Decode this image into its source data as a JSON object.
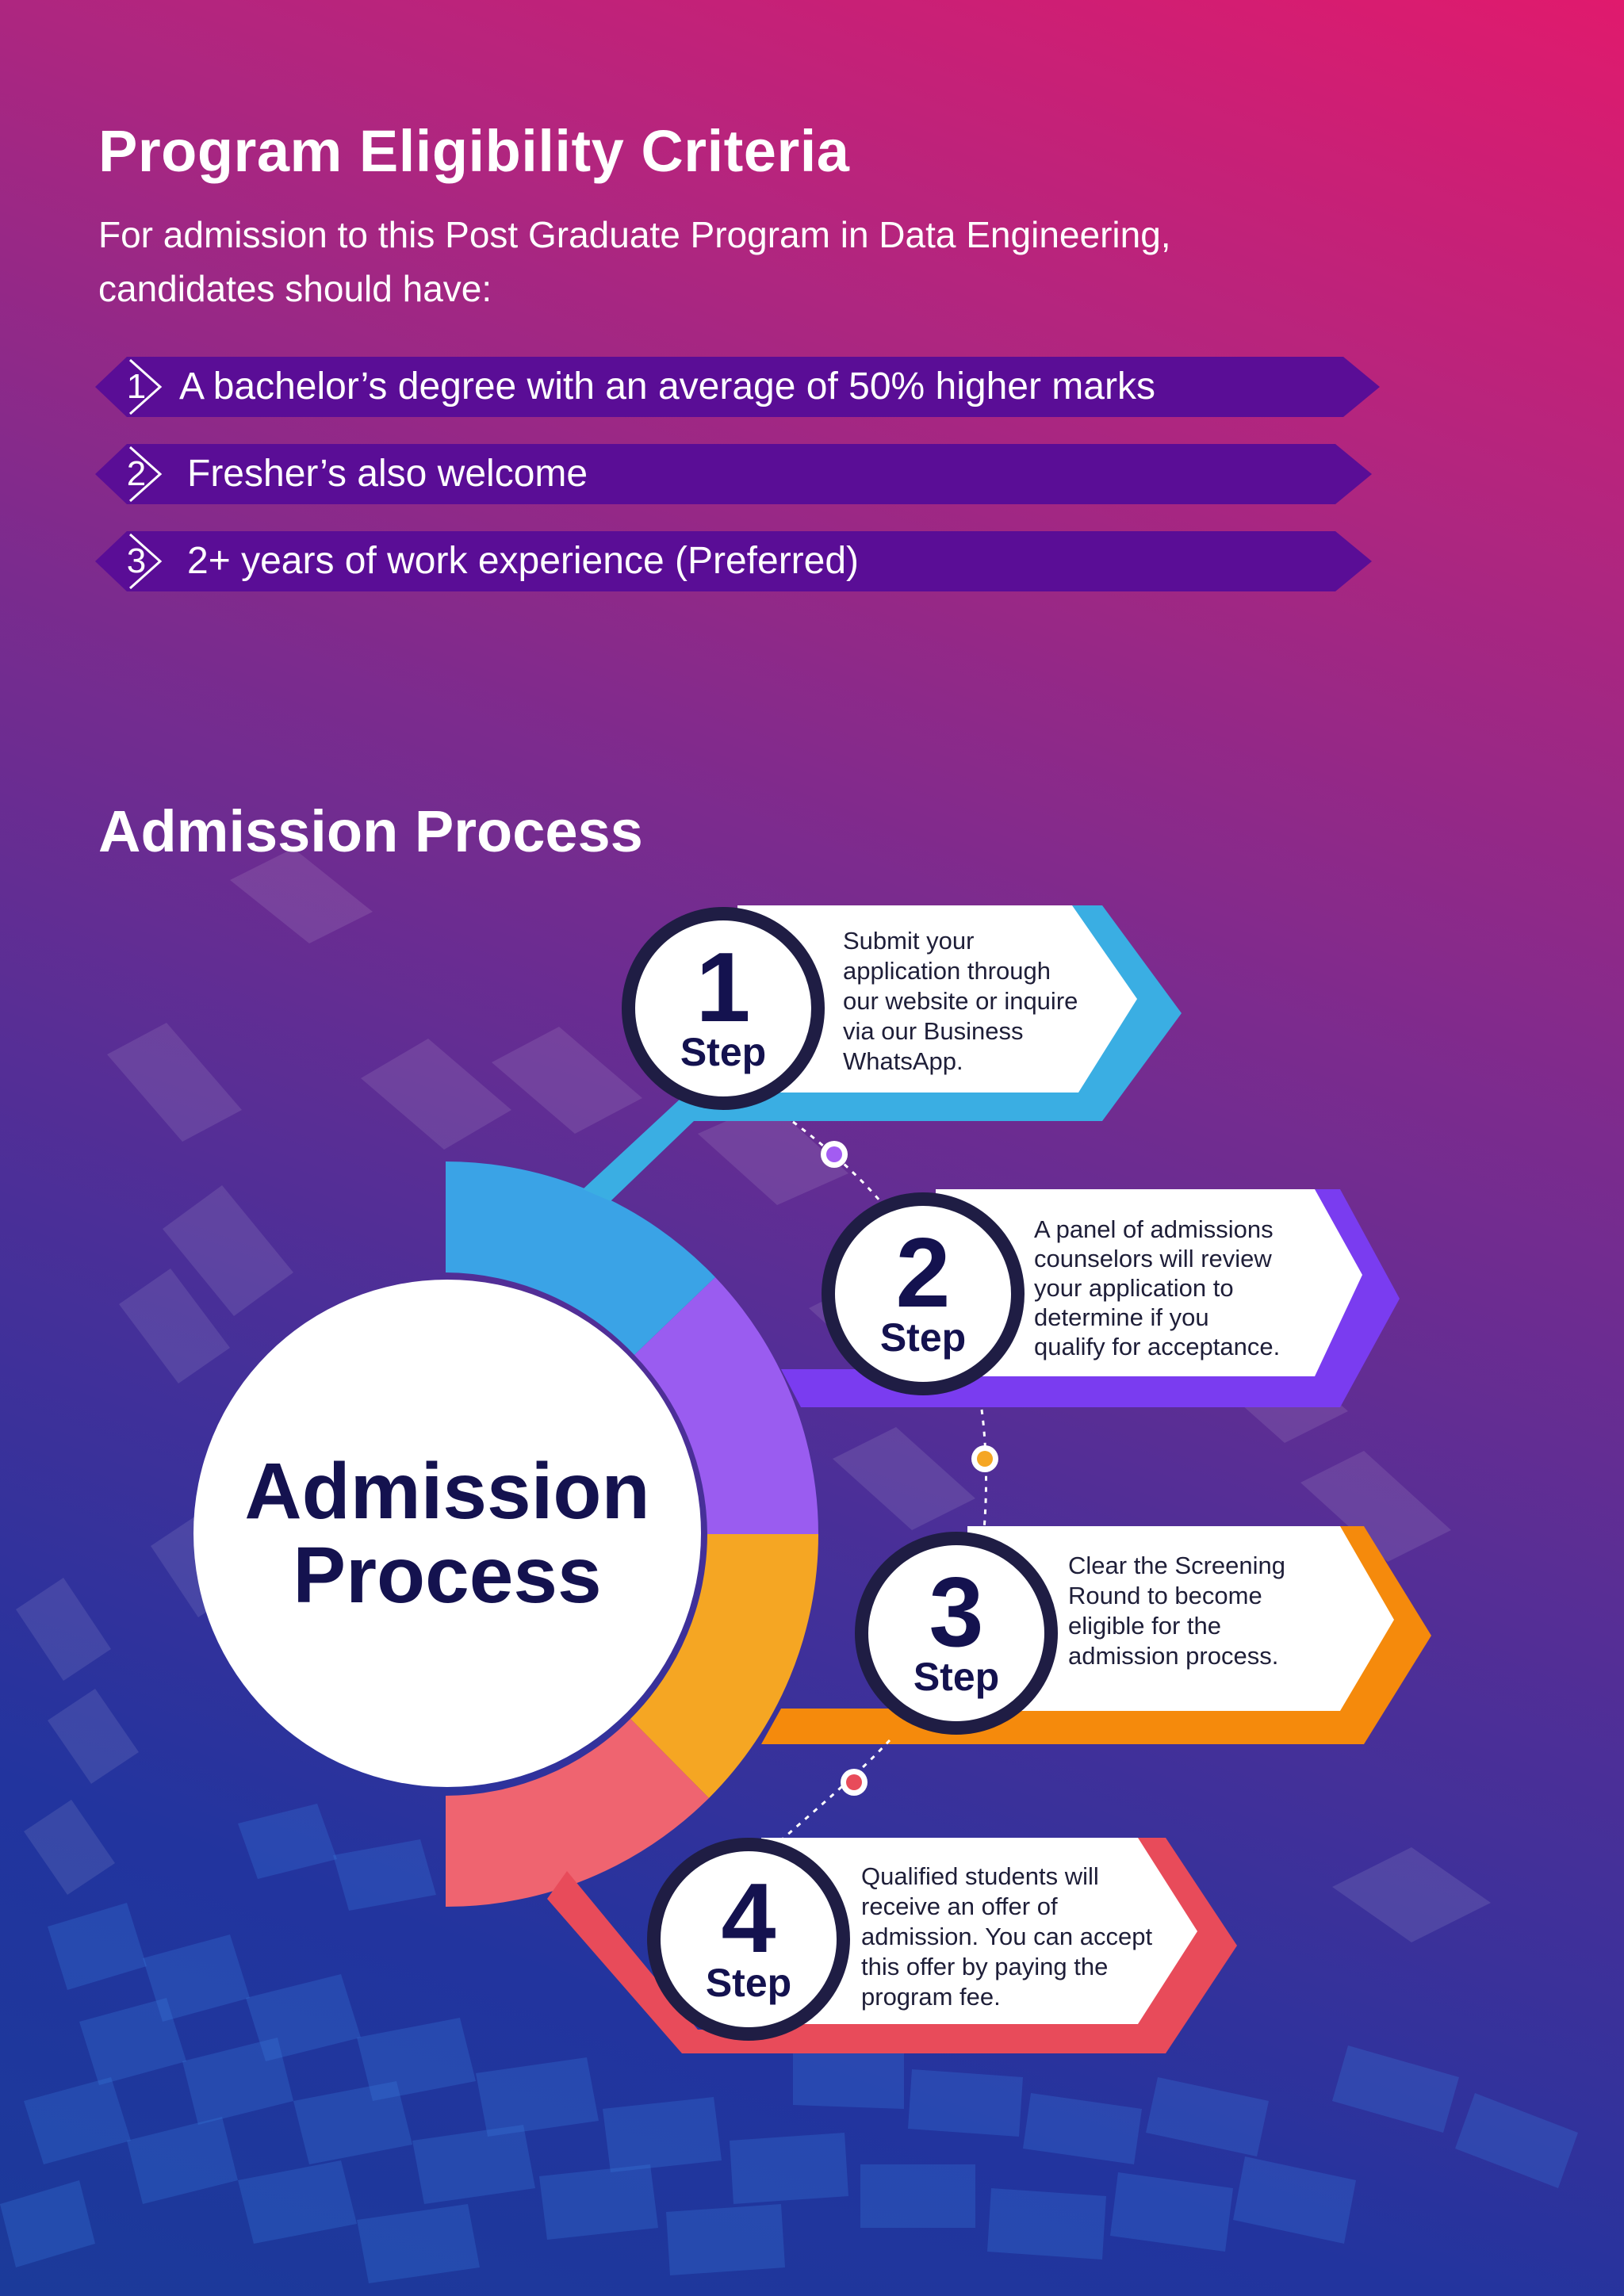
{
  "eligibility": {
    "title": "Program Eligibility Criteria",
    "intro_line1": "For admission to this Post Graduate Program in Data Engineering,",
    "intro_line2": "candidates should have:",
    "criteria": [
      {
        "num": "1",
        "text": "A bachelor’s degree with an average of 50% higher marks"
      },
      {
        "num": "2",
        "text": "Fresher’s also welcome"
      },
      {
        "num": "3",
        "text": "2+ years of work experience (Preferred)"
      }
    ]
  },
  "admission": {
    "title": "Admission Process",
    "center_line1": "Admission",
    "center_line2": "Process",
    "steps": [
      {
        "num": "1",
        "label": "Step",
        "color": "#3aaee3",
        "lines": [
          "Submit your",
          "application through",
          "our website or inquire",
          "via our Business",
          "WhatsApp."
        ]
      },
      {
        "num": "2",
        "label": "Step",
        "color": "#7a3cf0",
        "lines": [
          "A panel of admissions",
          "counselors will review",
          "your application to",
          "determine if you",
          "qualify for acceptance."
        ]
      },
      {
        "num": "3",
        "label": "Step",
        "color": "#f58a0c",
        "lines": [
          "Clear the Screening",
          "Round to become",
          "eligible for the",
          "admission process."
        ]
      },
      {
        "num": "4",
        "label": "Step",
        "color": "#e84b5a",
        "lines": [
          "Qualified students will",
          "receive an offer of",
          "admission. You can accept",
          "this offer by paying the",
          "program fee."
        ]
      }
    ],
    "ring_colors": [
      "#3aa3e6",
      "#9a5cf0",
      "#f5a623",
      "#ef6470"
    ],
    "dot_colors": [
      "#a35cf2",
      "#f5a623",
      "#e84b5a"
    ]
  }
}
